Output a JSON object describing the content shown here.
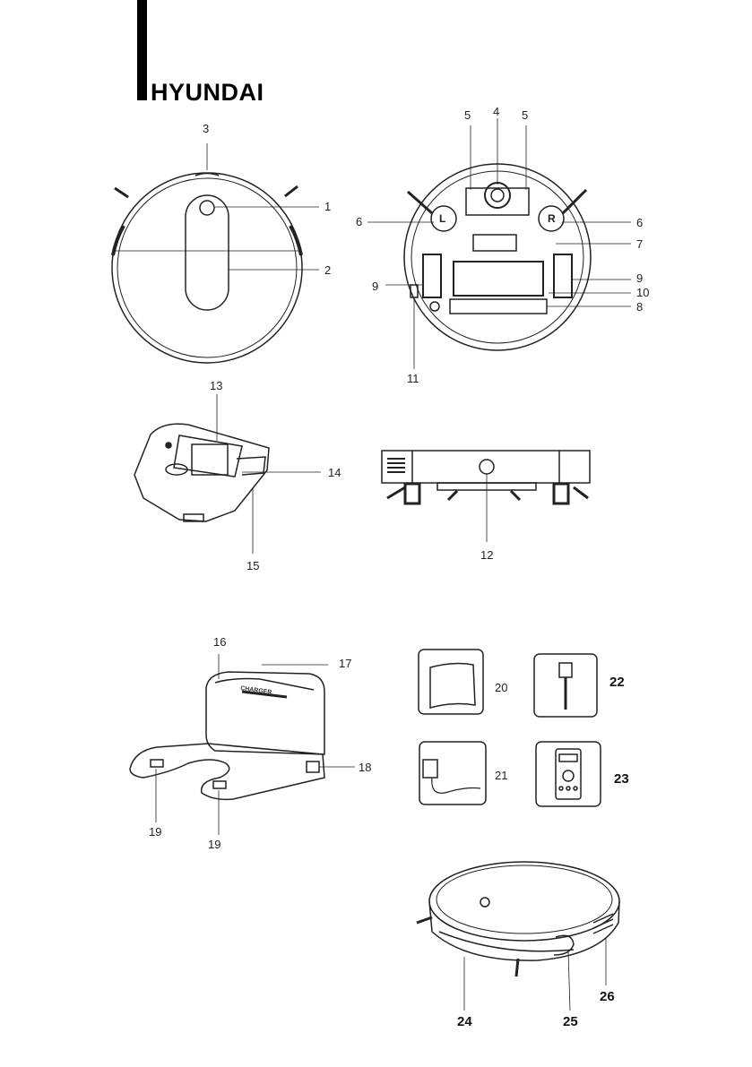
{
  "brand": {
    "name": "HYUNDAI"
  },
  "callouts": {
    "n1": "1",
    "n2": "2",
    "n3": "3",
    "n4": "4",
    "n5a": "5",
    "n5b": "5",
    "n6a": "6",
    "n6b": "6",
    "n7": "7",
    "n8": "8",
    "n9a": "9",
    "n9b": "9",
    "n10": "10",
    "n11": "11",
    "n12": "12",
    "n13": "13",
    "n14": "14",
    "n15": "15",
    "n16": "16",
    "n17": "17",
    "n18": "18",
    "n19a": "19",
    "n19b": "19",
    "n20": "20",
    "n21": "21",
    "n22": "22",
    "n23": "23",
    "n24": "24",
    "n25": "25",
    "n26": "26"
  },
  "figure_text": {
    "wheel_left": "L",
    "wheel_right": "R",
    "dock_label": "CHARGER"
  }
}
